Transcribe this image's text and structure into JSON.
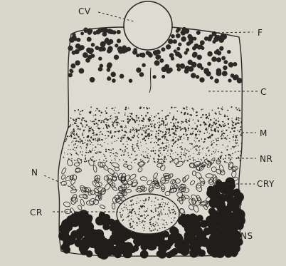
{
  "figure": {
    "labels": {
      "cv": "CV",
      "f": "F",
      "c": "C",
      "m": "M",
      "nr": "NR",
      "n": "N",
      "cry": "CRY",
      "cr": "CR",
      "ns": "NS"
    },
    "colors": {
      "background": "#d9d6cc",
      "cell_fill": "#dedbd2",
      "ink": "#2a2925"
    }
  }
}
